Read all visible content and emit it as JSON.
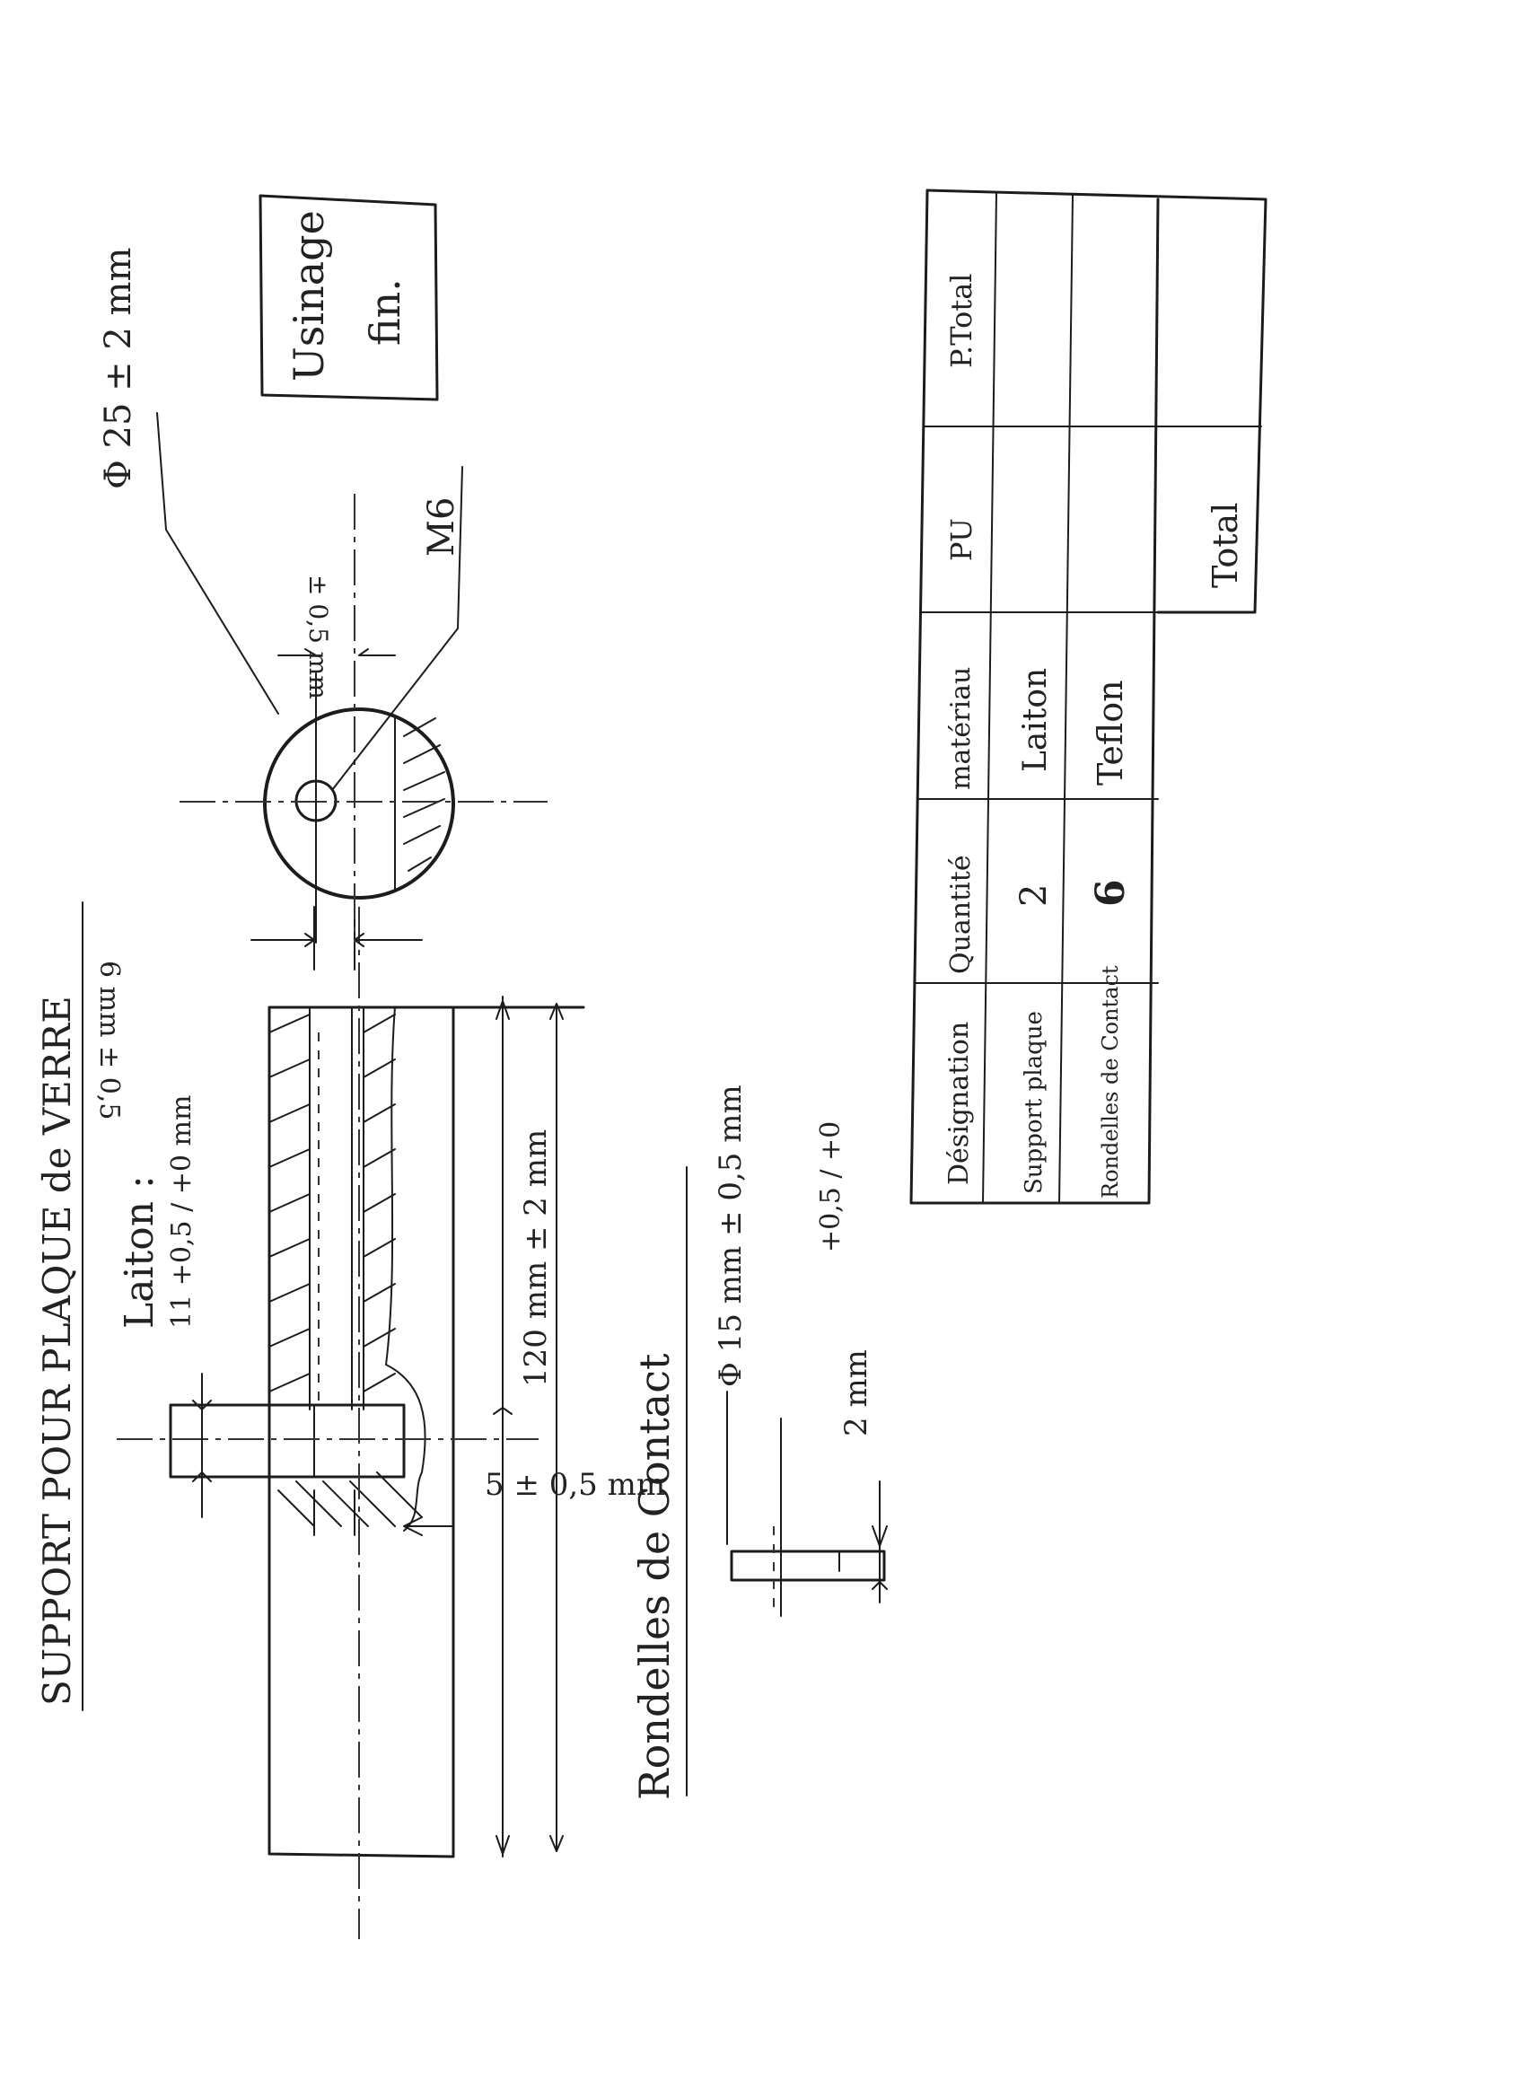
{
  "drawing": {
    "title": "SUPPORT POUR PLAQUE de VERRE",
    "material_label": "Laiton :",
    "material_dim": "11 +0,5 / +0 mm",
    "length_dim": "120 mm ± 2 mm",
    "slot_dim": "5 ± 0,5 mm",
    "hole_dim": "6 mm ± 0,5",
    "diameter_dim": "Φ 25 ± 2 mm",
    "small_dim": "± 0,5 mm",
    "thread_label": "M6",
    "finish_line1": "Usinage",
    "finish_line2": "fin."
  },
  "washer": {
    "title": "Rondelles de Contact",
    "diameter_dim": "Φ 15 mm ± 0,5 mm",
    "thickness_dim": "2 mm",
    "thickness_tol": "+0,5 / +0"
  },
  "table": {
    "headers": [
      "Désignation",
      "Quantité",
      "matériau",
      "PU",
      "P.Total"
    ],
    "rows": [
      {
        "designation": "Support plaque",
        "quantite": "2",
        "materiau": "Laiton",
        "pu": "",
        "ptotal": ""
      },
      {
        "designation": "Rondelles de Contact",
        "quantite": "6",
        "materiau": "Teflon",
        "pu": "",
        "ptotal": ""
      }
    ],
    "total_label": "Total"
  }
}
